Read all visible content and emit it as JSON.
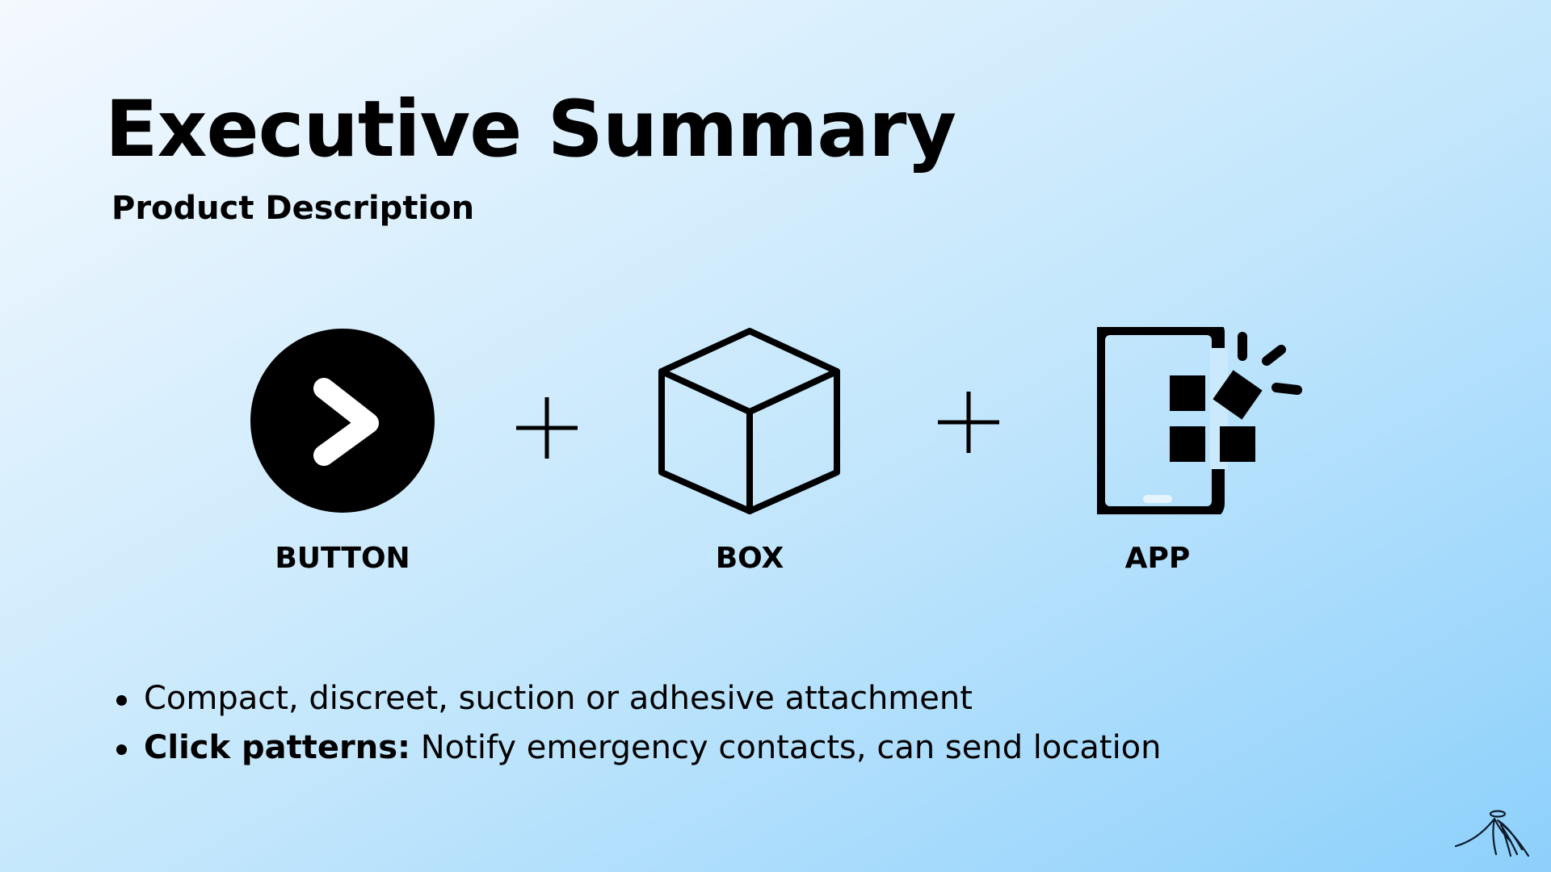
{
  "slide": {
    "title": "Executive Summary",
    "subtitle": "Product Description",
    "background_colors": [
      "#f4f9fe",
      "#8dd0fb"
    ]
  },
  "components": [
    {
      "label": "BUTTON",
      "icon": "play-chevron-circle-icon"
    },
    {
      "label": "BOX",
      "icon": "cube-icon"
    },
    {
      "label": "APP",
      "icon": "smartphone-apps-icon"
    }
  ],
  "connectors": [
    "plus-icon",
    "plus-icon"
  ],
  "bullets": [
    {
      "lead": "",
      "text": "Compact, discreet, suction or adhesive attachment"
    },
    {
      "lead": "Click patterns:",
      "text": "Notify emergency contacts, can send location"
    }
  ],
  "footer": {
    "logo": "angel-logo-icon"
  }
}
